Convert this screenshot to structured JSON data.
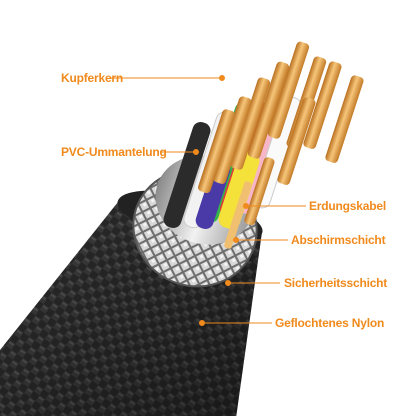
{
  "colors": {
    "accent": "#f08a1c",
    "jacket": "#2a2a2a",
    "copper": "#e0a040"
  },
  "labels": {
    "copper_core": "Kupferkern",
    "pvc_sheath": "PVC-Ummantelung",
    "ground_wire": "Erdungskabel",
    "shield_layer": "Abschirmschicht",
    "safety_layer": "Sicherheitsschicht",
    "braided_nylon": "Geflochtenes Nylon"
  }
}
